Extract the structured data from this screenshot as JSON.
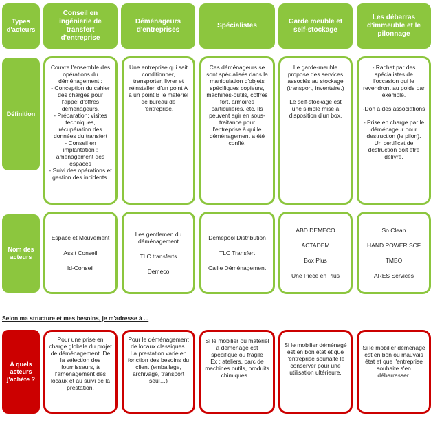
{
  "header": {
    "types_label": "Types d'acteurs",
    "columns": [
      "Conseil en ingénierie de transfert d'entreprise",
      "Déménageurs d'entreprises",
      "Spécialistes",
      "Garde meuble et self-stockage",
      "Les débarras d'immeuble et le pilonnage"
    ]
  },
  "rows": {
    "definition_label": "Définition",
    "noms_label": "Nom des acteurs",
    "quels_label": "A quels acteurs j'achète ?"
  },
  "definitions": [
    "Couvre l'ensemble des opérations du déménagement :\n- Conception du cahier des charges pour l'appel d'offres déménageurs.\n- Préparation: visites techniques, récupération des données du transfert\n- Conseil en implantation : aménagement des espaces\n- Suivi des opérations et gestion des incidents.",
    "Une entreprise qui sait conditionner, transporter, livrer et réinstaller, d'un point A à un point B le matériel de bureau de l'entreprise.",
    "Ces déménageurs se sont spécialisés dans la manipulation d'objets spécifiques copieurs, machines-outils, coffres fort, armoires particulières, etc. Ils peuvent agir en sous-traitance pour l'entreprise à qui le déménagement a été confié.",
    "Le garde-meuble propose des services associés au stockage (transport, inventaire.)\n\nLe self-stockage est une simple mise à disposition d'un box.",
    "- Rachat par des spécialistes de l'occasion qui le revendront au poids par exemple.\n\n-Don à des associations\n\n- Prise en charge par le déménageur pour destruction (le pilon). Un certificat de destruction doit être délivré."
  ],
  "names": [
    [
      "Espace et Mouvement",
      "Assit Conseil",
      "Id-Conseil"
    ],
    [
      "Les gentlemen du déménagement",
      "TLC transferts",
      "Demeco"
    ],
    [
      "Demepool Distribution",
      "TLC Transfert",
      "Caille Déménagement"
    ],
    [
      "ABD DEMECO",
      "ACTADEM",
      "Box Plus",
      "Une Pièce en Plus"
    ],
    [
      "So Clean",
      "HAND POWER SCF",
      "TMBO",
      "ARES Services"
    ]
  ],
  "separator": "Selon ma structure et mes besoins, je m'adresse à ...",
  "quels": [
    "Pour une prise en charge globale du projet de déménagement. De la sélection des fournisseurs, à l'aménagement des locaux et au suivi de la prestation.",
    "Pour le déménagement de locaux classiques. La prestation varie en fonction des besoins du client (emballage, archivage, transport seul…)",
    "Si le mobilier ou matériel à déménagé est spécifique ou fragile\nEx : ateliers, parc de machines outils, produits chimiques…",
    "Si le mobilier déménagé est en bon état et que l'entreprise souhaite le conserver pour une utilisation ultérieure.",
    "Si le mobilier déménagé est en bon ou mauvais état et que l'entreprise souhaite s'en débarrasser."
  ],
  "colors": {
    "green": "#8cc63e",
    "red": "#cc0000"
  }
}
